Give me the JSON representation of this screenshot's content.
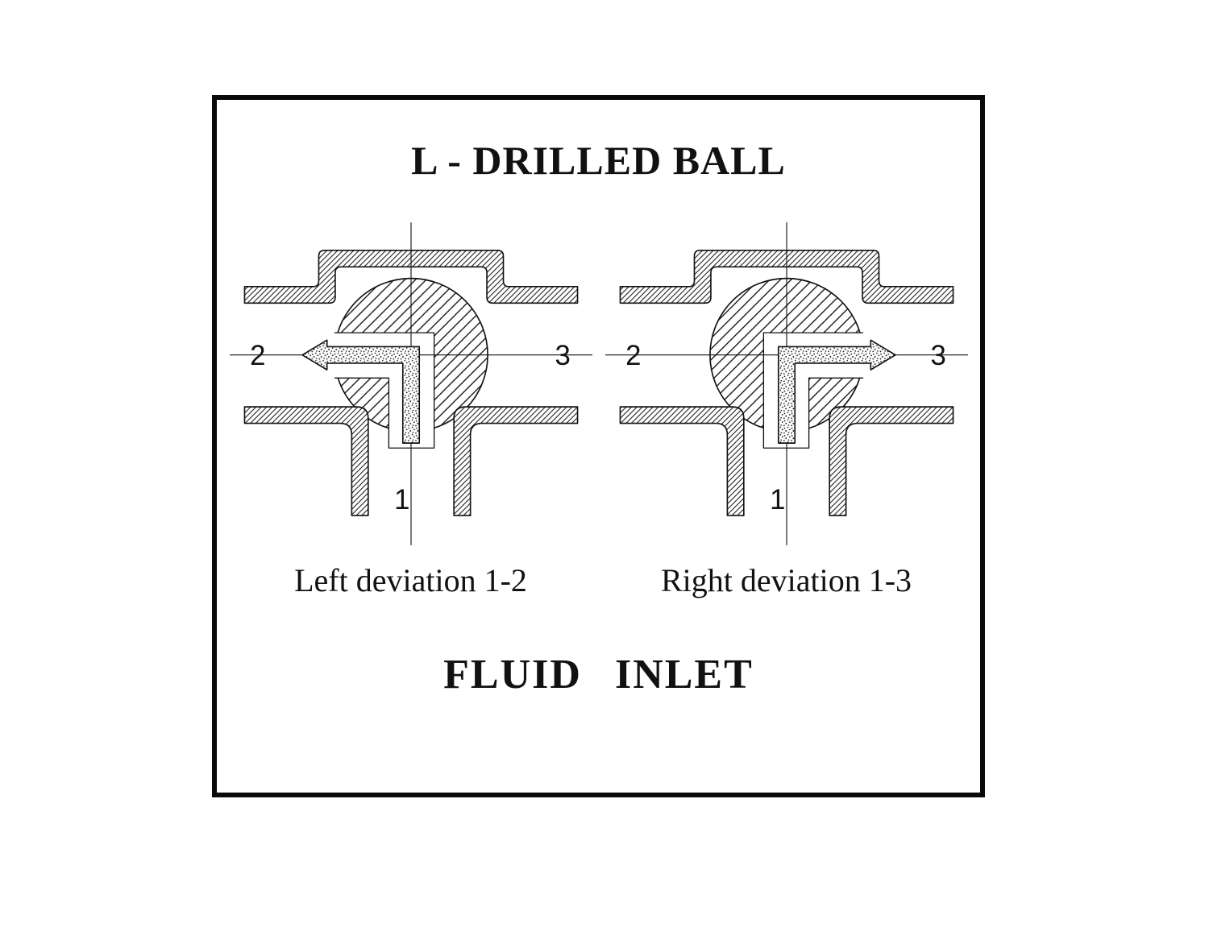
{
  "frame": {
    "title": "L - DRILLED BALL",
    "footer": "FLUID INLET"
  },
  "valves": {
    "left": {
      "caption": "Left deviation 1-2",
      "port_left": "2",
      "port_right": "3",
      "port_bottom": "1"
    },
    "right": {
      "caption": "Right deviation 1-3",
      "port_left": "2",
      "port_right": "3",
      "port_bottom": "1"
    }
  },
  "colors": {
    "ink": "#111111",
    "paper": "#ffffff"
  }
}
